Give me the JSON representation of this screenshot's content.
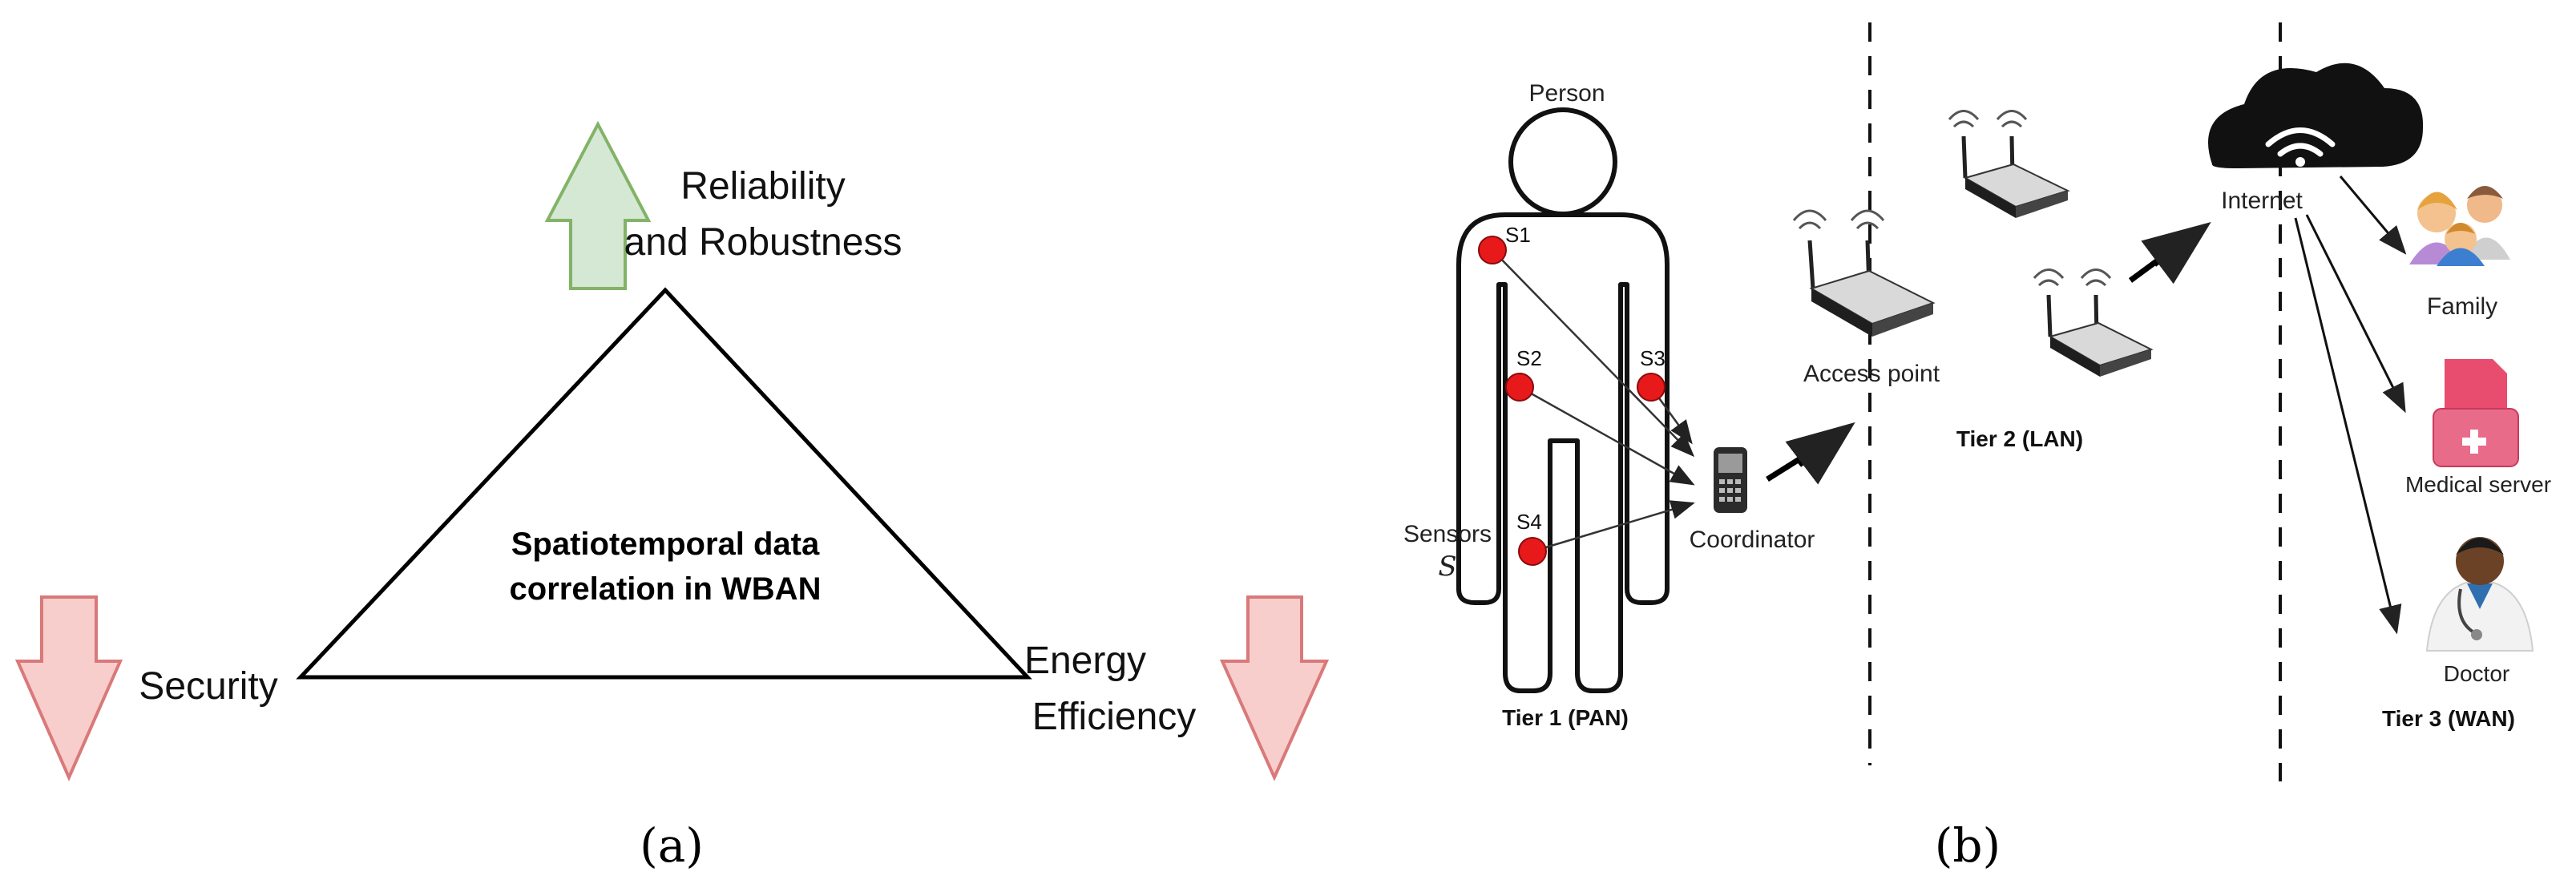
{
  "panel_a": {
    "top_label_line1": "Reliability",
    "top_label_line2": "and Robustness",
    "center_line1": "Spatiotemporal data",
    "center_line2": "correlation in WBAN",
    "left_label": "Security",
    "right_label_line1": "Energy",
    "right_label_line2": "Efficiency",
    "caption": "(a)",
    "colors": {
      "up_arrow_fill": "#d5e8d4",
      "up_arrow_stroke": "#82b366",
      "down_arrow_fill": "#f8cecc",
      "down_arrow_stroke": "#d9797a"
    }
  },
  "panel_b": {
    "person_label": "Person",
    "sensors": [
      "S1",
      "S2",
      "S3",
      "S4"
    ],
    "sensors_label": "Sensors",
    "sensors_symbol": "S",
    "coordinator_label": "Coordinator",
    "access_point_label": "Access point",
    "internet_label": "Internet",
    "tier1": "Tier 1 (PAN)",
    "tier2": "Tier 2 (LAN)",
    "tier3": "Tier 3 (WAN)",
    "family_label": "Family",
    "medical_label": "Medical server",
    "doctor_label": "Doctor",
    "caption": "(b)",
    "colors": {
      "sensor": "#e8191b",
      "medical": "#e84c6e"
    }
  }
}
